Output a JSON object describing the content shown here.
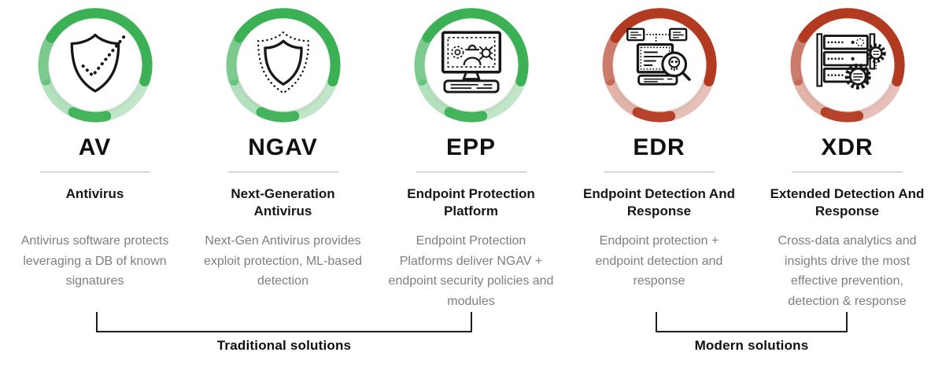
{
  "colors": {
    "green": "#3CB055",
    "red": "#B23A20",
    "heading_text": "#101010",
    "description_text": "#7e7e7e",
    "divider": "#d8d8d8",
    "bracket": "#1e1e1e"
  },
  "solutions": [
    {
      "acronym": "AV",
      "name": "Antivirus",
      "description": "Antivirus software protects leveraging a DB of known signatures",
      "ring_color": "#3CB055",
      "icon": "shield-check-icon"
    },
    {
      "acronym": "NGAV",
      "name": "Next-Generation Antivirus",
      "description": "Next-Gen Antivirus provides exploit protection, ML-based detection",
      "ring_color": "#3CB055",
      "icon": "layered-shield-icon"
    },
    {
      "acronym": "EPP",
      "name": "Endpoint Protection Platform",
      "description": "Endpoint Protection Platforms deliver NGAV + endpoint security policies and modules",
      "ring_color": "#3CB055",
      "icon": "monitor-threat-scan-icon"
    },
    {
      "acronym": "EDR",
      "name": "Endpoint Detection And Response",
      "description": "Endpoint protection + endpoint detection and response",
      "ring_color": "#B23A20",
      "icon": "monitor-skull-search-icon"
    },
    {
      "acronym": "XDR",
      "name": "Extended Detection And Response",
      "description": "Cross-data analytics and insights drive the most effective prevention, detection & response",
      "ring_color": "#B23A20",
      "icon": "server-gears-icon"
    }
  ],
  "groups": [
    {
      "label": "Traditional solutions",
      "members": [
        "AV",
        "NGAV",
        "EPP"
      ]
    },
    {
      "label": "Modern solutions",
      "members": [
        "EDR",
        "XDR"
      ]
    }
  ]
}
